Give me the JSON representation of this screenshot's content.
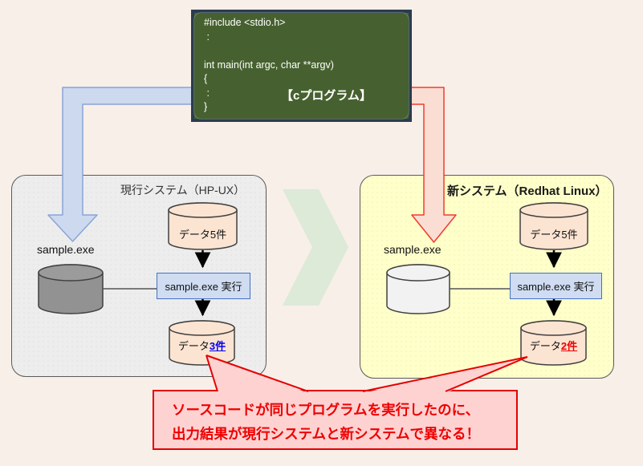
{
  "code_block": {
    "lines": [
      "#include <stdio.h>",
      " :",
      "",
      "int main(int argc, char **argv)",
      "{",
      " :",
      "}"
    ],
    "caption": "【cプログラム】"
  },
  "legacy_system": {
    "title": "現行システム（HP-UX）",
    "exe_label": "sample.exe",
    "input_db_label": "データ5件",
    "exec_box_label": "sample.exe 実行",
    "output_db_prefix": "データ",
    "output_db_count": "3件"
  },
  "new_system": {
    "title": "新システム（Redhat Linux）",
    "exe_label": "sample.exe",
    "input_db_label": "データ5件",
    "exec_box_label": "sample.exe 実行",
    "output_db_prefix": "データ",
    "output_db_count": "2件"
  },
  "callout": {
    "line1": "ソースコードが同じプログラムを実行したのに、",
    "line2": "出力結果が現行システムと新システムで異なる！"
  },
  "colors": {
    "background": "#f8efe9",
    "code_frame": "#2b3c50",
    "code_fill": "#46612f",
    "legacy_box_fill": "#ededed",
    "new_box_fill": "#ffffca",
    "db_cylinder_fill": "#fce4d2",
    "gray_cylinder_fill": "#929292",
    "white_cylinder_fill": "#f2f2f2",
    "exec_box_fill": "#cfdcf1",
    "exec_box_border": "#4472c4",
    "blue_arrow_fill": "#cdd9ef",
    "blue_arrow_border": "#8aa4d6",
    "red_arrow_fill": "#fbded3",
    "red_arrow_border": "#f23b2e",
    "chevron_fill": "#dcead7",
    "callout_fill": "#ffd2d2",
    "callout_border": "#e60000",
    "count_blue": "#0000ee",
    "count_red": "#ee0000"
  }
}
